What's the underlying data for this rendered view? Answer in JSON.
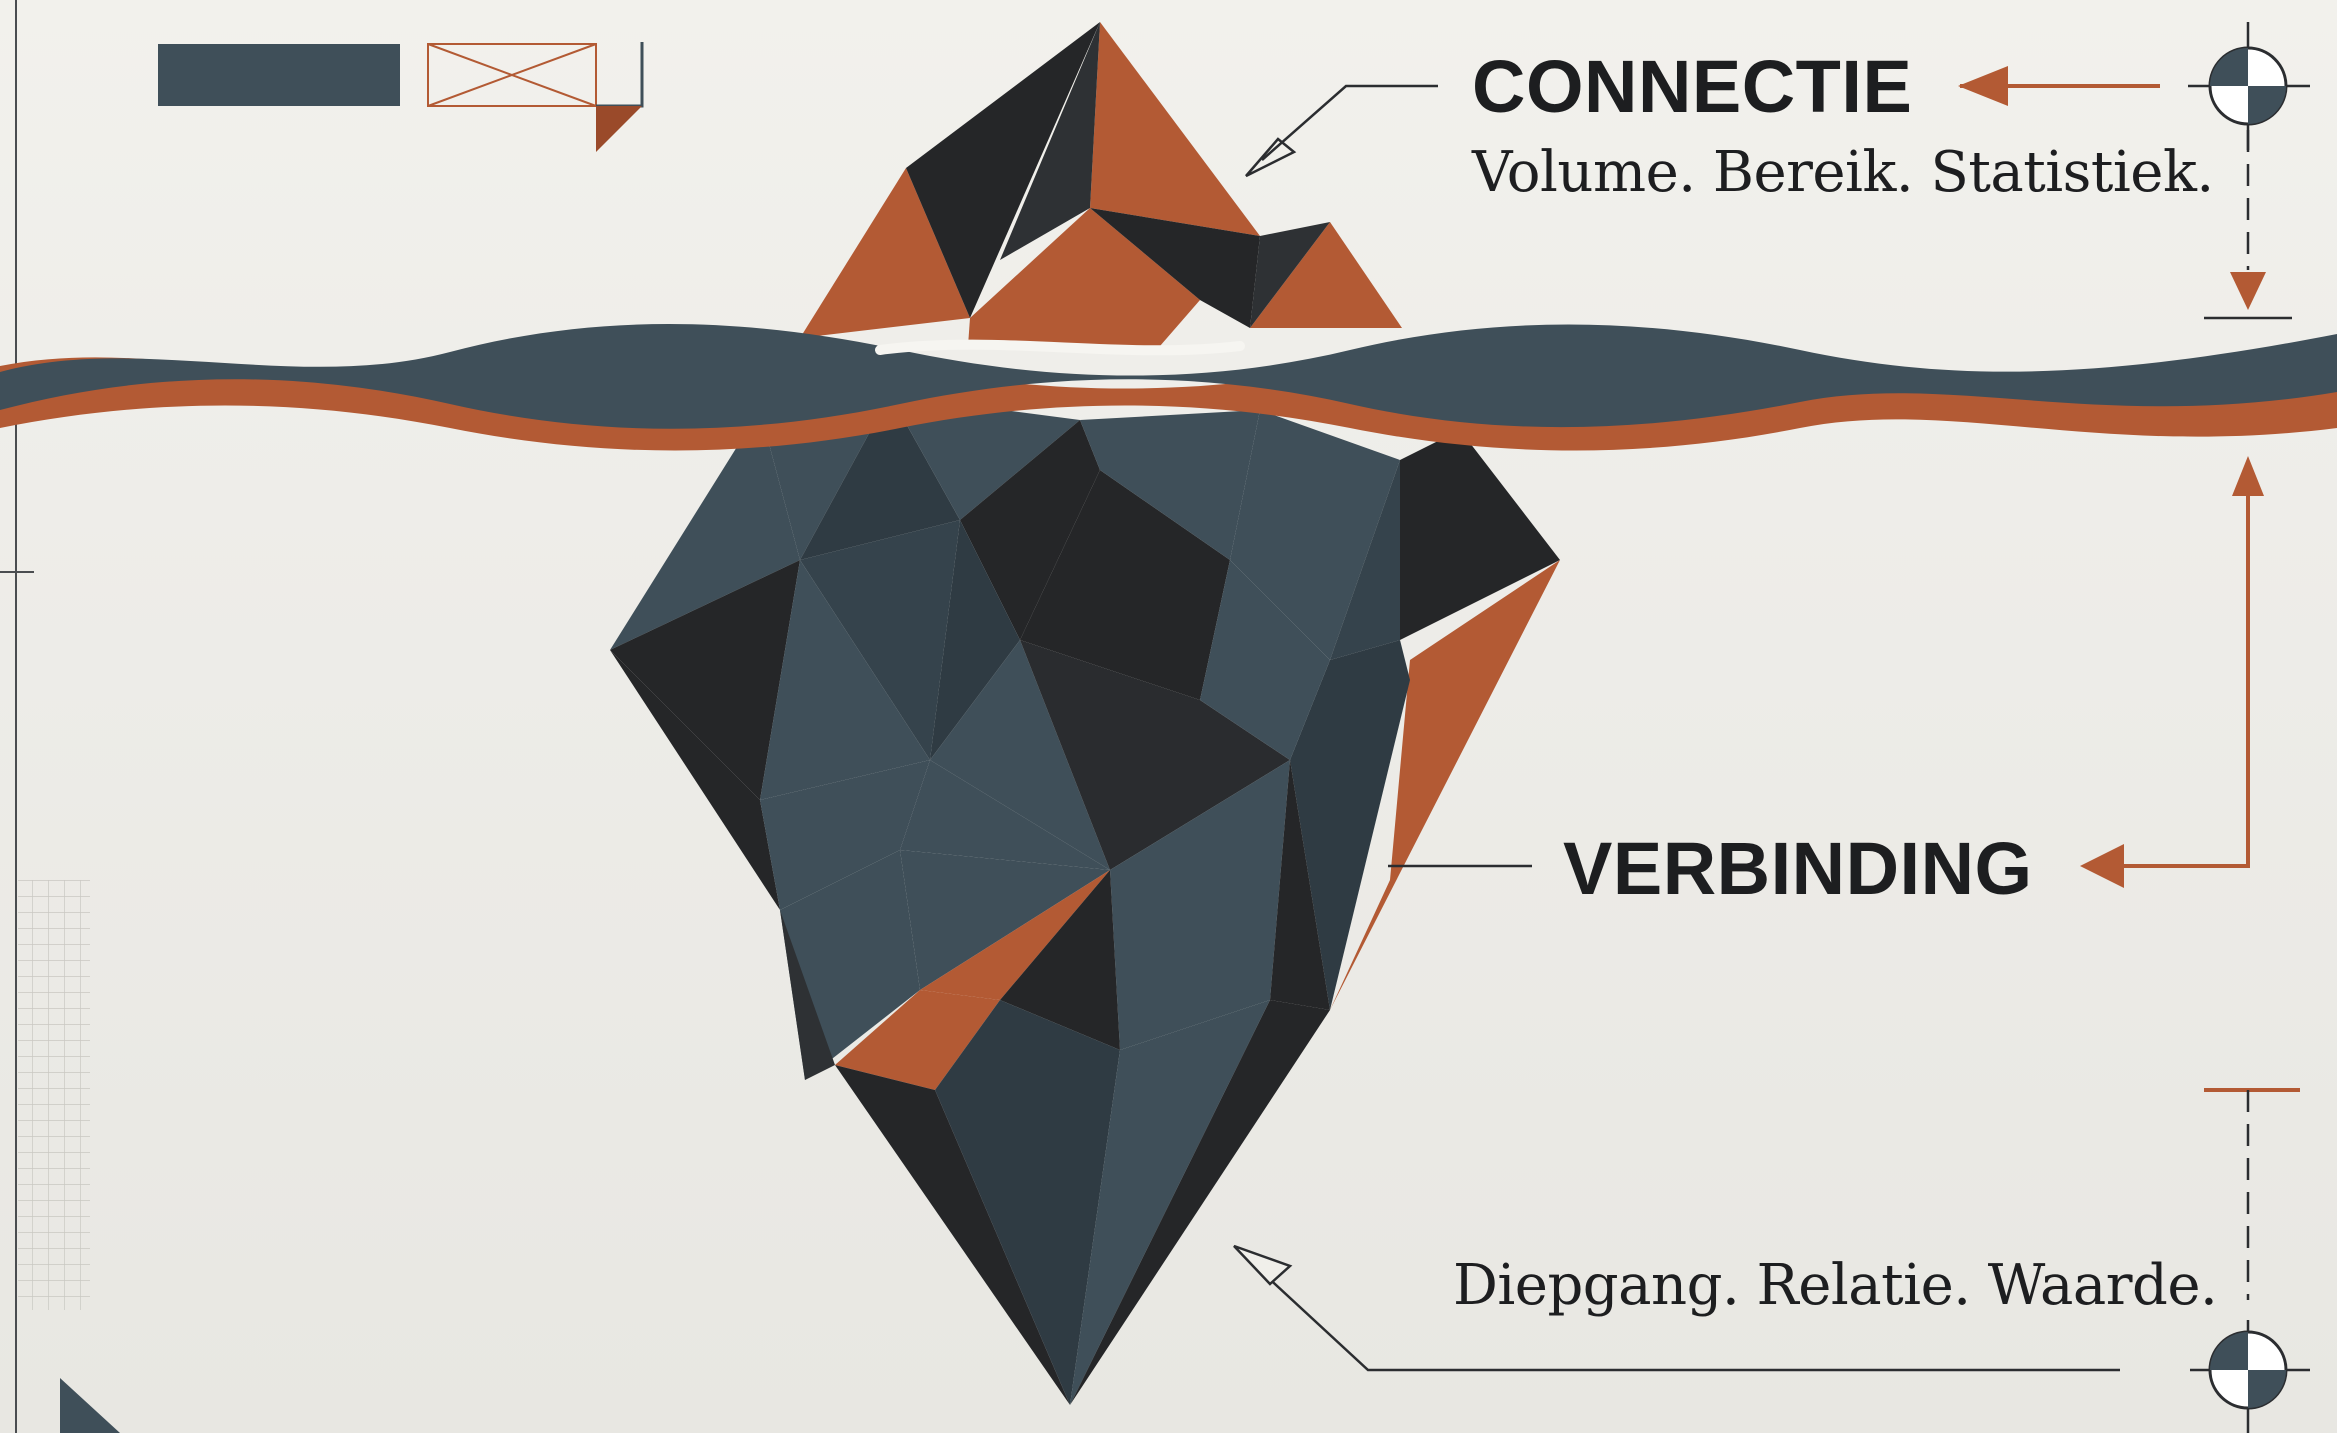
{
  "tip": {
    "heading": "CONNECTIE",
    "caption": "Volume. Bereik. Statistiek."
  },
  "base": {
    "heading": "VERBINDING",
    "caption": "Diepgang. Relatie. Waarde."
  },
  "icons": [
    "crosshair-icon",
    "arrow-left-icon",
    "arrow-down-icon",
    "arrow-up-icon",
    "hollow-arrow-icon",
    "grid-pattern",
    "corner-triangle-icon"
  ],
  "colors": {
    "background": "#efeeea",
    "ink": "#1d1e20",
    "charcoal": "#252628",
    "slate": "#3f4f59",
    "rust": "#b35a34"
  }
}
